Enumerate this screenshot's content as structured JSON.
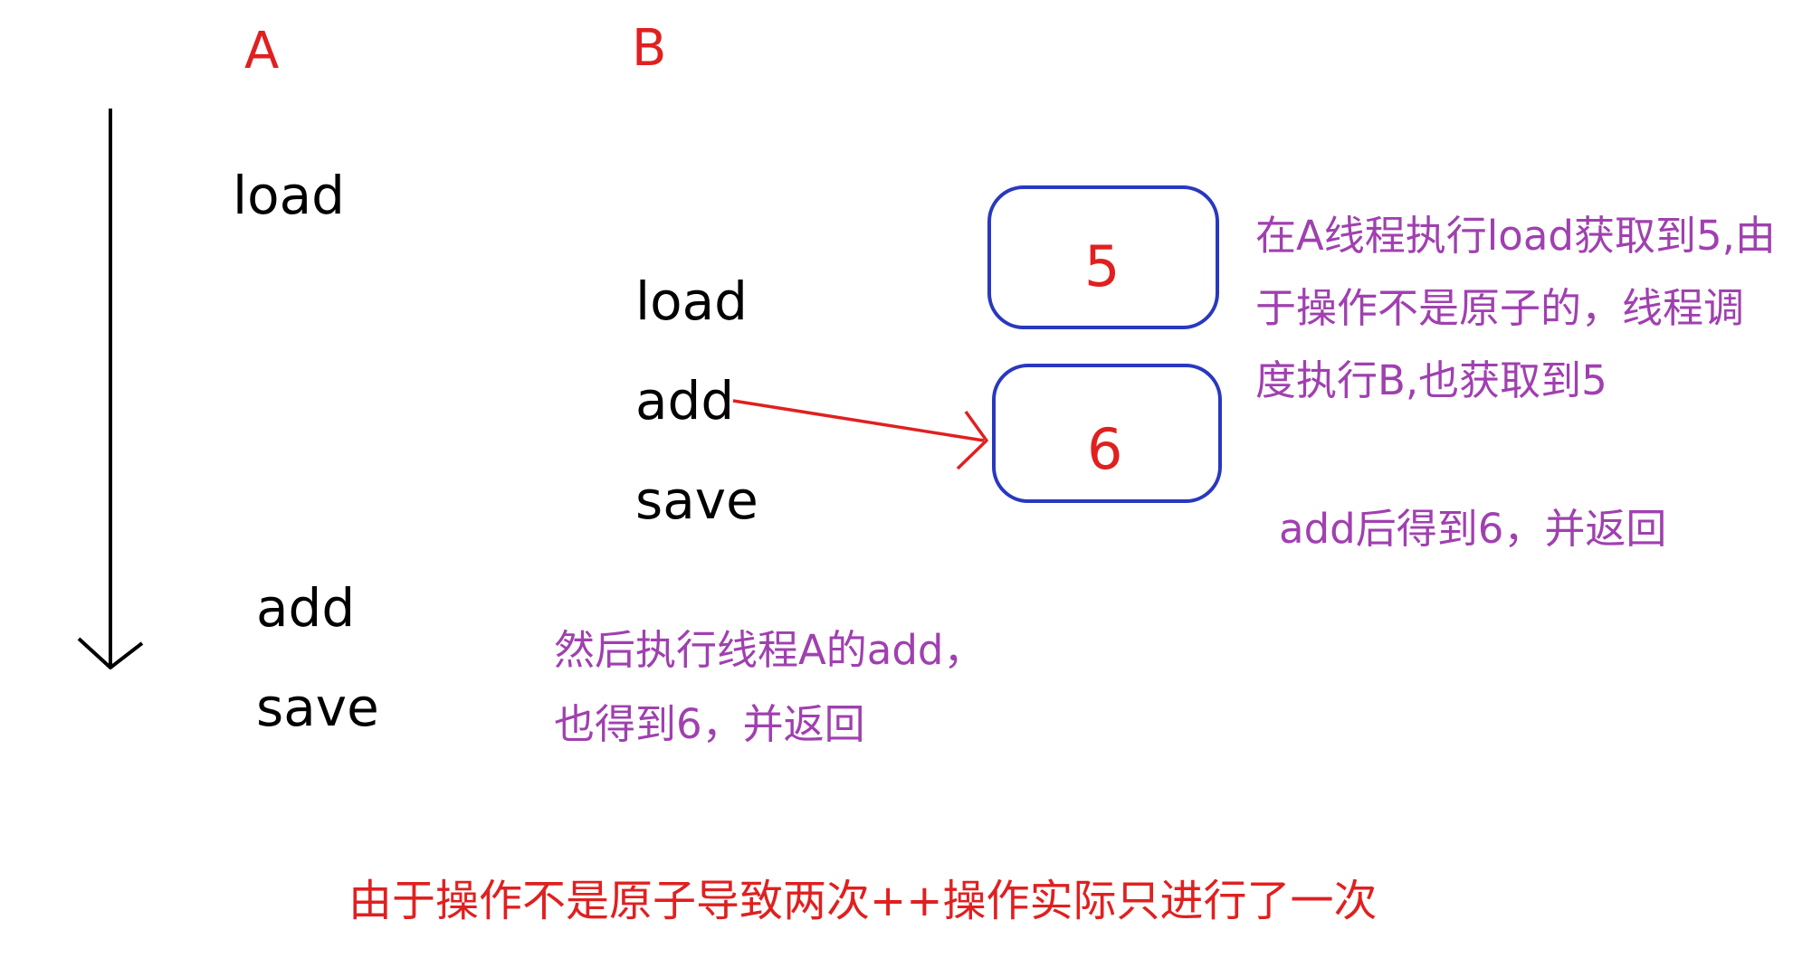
{
  "thread_labels": {
    "a": "A",
    "b": "B"
  },
  "thread_a_ops": [
    "load",
    "add",
    "save"
  ],
  "thread_b_ops": [
    "load",
    "add",
    "save"
  ],
  "value_boxes": [
    "5",
    "6"
  ],
  "notes": {
    "load_note": [
      "在A线程执行load获取到5,由",
      "于操作不是原子的，线程调",
      "度执行B,也获取到5"
    ],
    "add_b_note": "add后得到6，并返回",
    "add_a_note": [
      "然后执行线程A的add，",
      "也得到6，并返回"
    ]
  },
  "conclusion": "由于操作不是原子导致两次++操作实际只进行了一次",
  "colors": {
    "label_red": "#e02020",
    "note_purple": "#a040b0",
    "box_blue": "#2838c0",
    "arrow_red": "#e02020",
    "text_black": "#000000"
  }
}
